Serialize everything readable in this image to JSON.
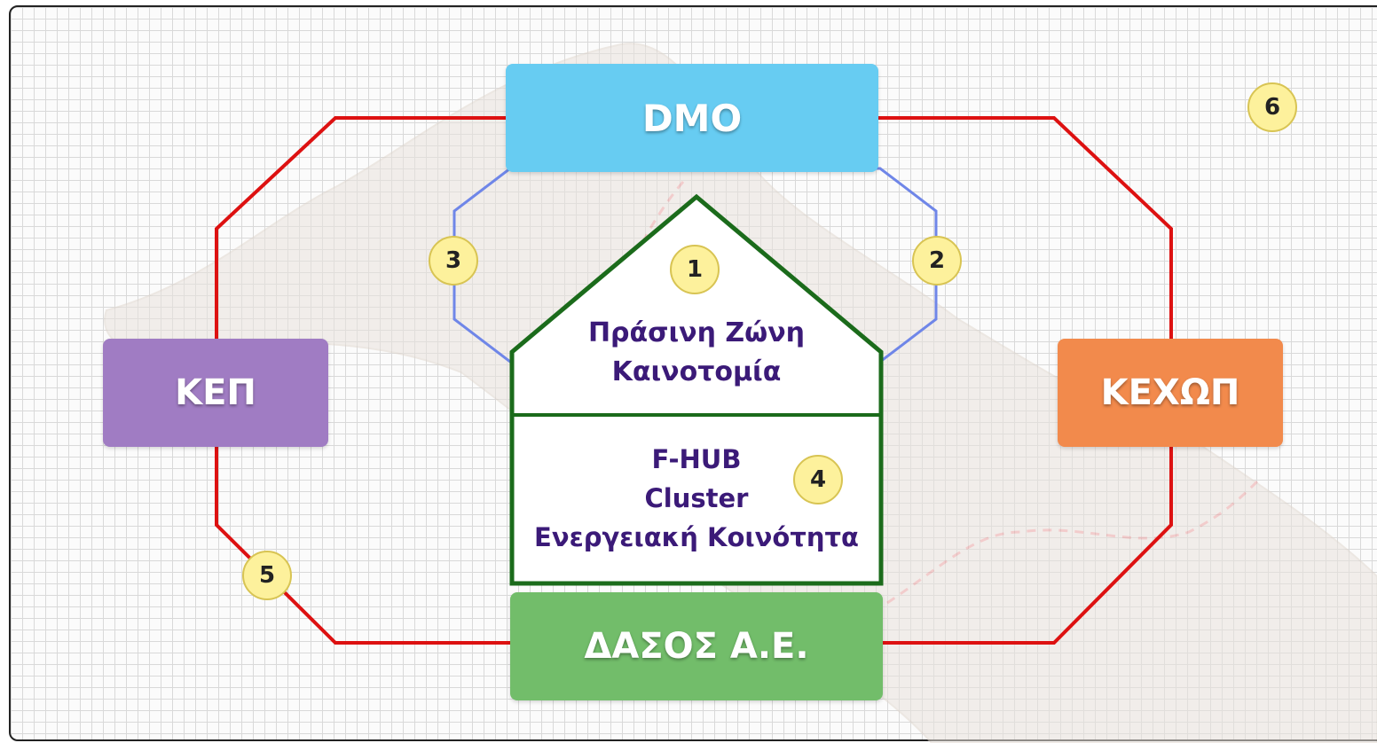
{
  "colors": {
    "dmo": "#67ccf2",
    "kep": "#a07cc3",
    "kexop": "#f28a4c",
    "dasos": "#72bd6a",
    "outer_ring": "#dd1111",
    "inner_ring": "#6f86e8",
    "house": "#1b6b1b",
    "house_text": "#3b1a78",
    "badge": "#fdf19c"
  },
  "boxes": {
    "dmo": "DMO",
    "kep": "ΚΕΠ",
    "kexop": "ΚΕΧΩΠ",
    "dasos": "ΔΑΣΟΣ Α.Ε."
  },
  "house": {
    "roof_line_1": "Πράσινη Ζώνη",
    "roof_line_2": "Καινοτομία",
    "base_line_1": "F-HUB",
    "base_line_2": "Cluster",
    "base_line_3": "Ενεργειακή Κοινότητα"
  },
  "badges": {
    "b1": "1",
    "b2": "2",
    "b3": "3",
    "b4": "4",
    "b5": "5",
    "b6": "6"
  }
}
